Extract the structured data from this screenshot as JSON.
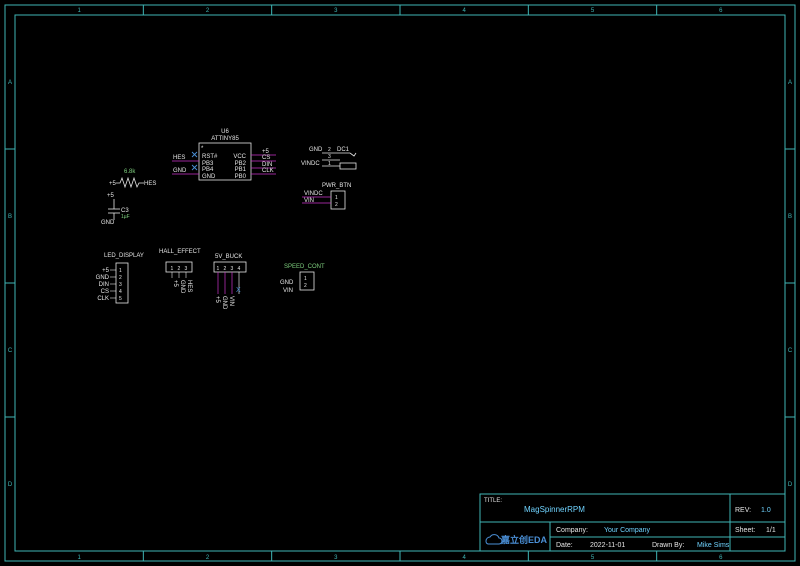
{
  "colors": {
    "background": "#000000",
    "frame": "#3fb6b6",
    "wire": "#4a8fd6",
    "net_label": "#e6e6e6",
    "pin_line": "#cc33cc",
    "part_text": "#e6e6e6",
    "value_text": "#7fd17f",
    "title_text": "#6fd3ff"
  },
  "border": {
    "columns": [
      "1",
      "2",
      "3",
      "4",
      "5",
      "6"
    ],
    "rows": [
      "A",
      "B",
      "C",
      "D"
    ]
  },
  "parts": {
    "u6": {
      "ref": "U6",
      "value": "ATTINY85",
      "pins_left": [
        "RST#",
        "PB3",
        "PB4",
        "GND"
      ],
      "pins_right": [
        "VCC",
        "PB2",
        "PB1",
        "PB0"
      ],
      "nets_left": [
        "HES",
        "GND"
      ],
      "nets_right": [
        "+5",
        "CS",
        "DIN",
        "CLK"
      ],
      "pin1_mark": "*"
    },
    "r_hes": {
      "value": "6.8k",
      "net_left": "+5",
      "net_right": "HES"
    },
    "c3": {
      "ref": "C3",
      "value": "1µF",
      "net_top": "+5",
      "net_bottom": "GND"
    },
    "dc1": {
      "ref": "DC1",
      "net_gnd": "GND",
      "net_vin": "VINDC",
      "pins": [
        "2",
        "3",
        "1"
      ]
    },
    "pwr_btn": {
      "ref": "PWR_BTN",
      "nets": [
        "VINDC",
        "VIN"
      ],
      "pins": [
        "1",
        "2"
      ]
    },
    "led_display": {
      "ref": "LED_DISPLAY",
      "nets": [
        "+5",
        "GND",
        "DIN",
        "CS",
        "CLK"
      ],
      "pins": [
        "1",
        "2",
        "3",
        "4",
        "5"
      ]
    },
    "hall_effect": {
      "ref": "HALL_EFFECT",
      "nets": [
        "+5",
        "GND",
        "HES"
      ],
      "pins": [
        "1",
        "2",
        "3"
      ]
    },
    "buck": {
      "ref": "5V_BUCK",
      "nets": [
        "+5",
        "GND",
        "VIN"
      ],
      "pins": [
        "1",
        "2",
        "3",
        "4"
      ],
      "nc": "X"
    },
    "speed_cont": {
      "ref": "SPEED_CONT",
      "nets": [
        "GND",
        "VIN"
      ],
      "pins": [
        "1",
        "2"
      ]
    }
  },
  "title_block": {
    "title_label": "TITLE:",
    "title": "MagSpinnerRPM",
    "rev_label": "REV:",
    "rev": "1.0",
    "company_label": "Company:",
    "company": "Your Company",
    "sheet_label": "Sheet:",
    "sheet": "1/1",
    "date_label": "Date:",
    "date": "2022-11-01",
    "drawn_label": "Drawn By:",
    "drawn_by": "Mike Sims",
    "logo_text": "嘉立创EDA"
  }
}
